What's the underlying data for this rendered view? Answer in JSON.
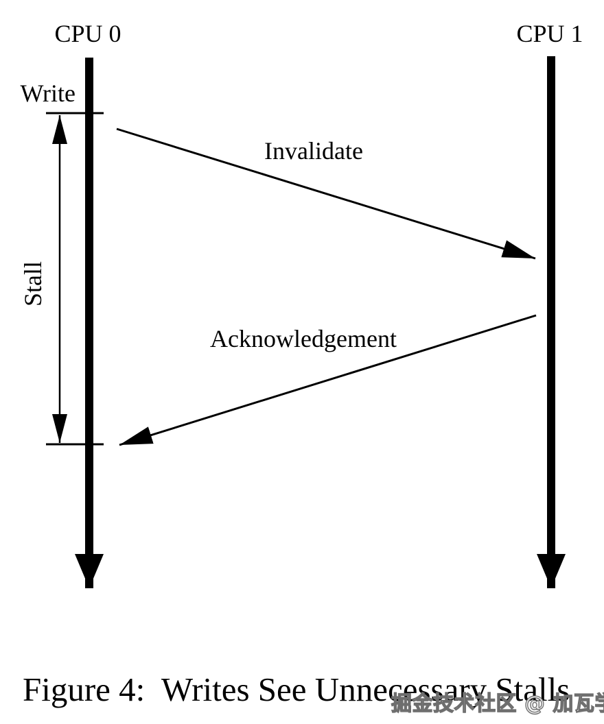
{
  "figure": {
    "caption": "Figure 4:  Writes See Unnecessary Stalls",
    "watermark": "掘金技术社区 @ 加瓦学徒"
  },
  "diagram": {
    "type": "message-sequence-diagram",
    "lanes": [
      {
        "label": "CPU 0"
      },
      {
        "label": "CPU 1"
      }
    ],
    "events": {
      "write_label": "Write",
      "stall_label": "Stall"
    },
    "messages": [
      {
        "label": "Invalidate",
        "from": "CPU 0",
        "to": "CPU 1"
      },
      {
        "label": "Acknowledgement",
        "from": "CPU 1",
        "to": "CPU 0"
      }
    ]
  },
  "colors": {
    "ink": "#000000",
    "background": "#ffffff",
    "watermark_fill": "#f0f0f0",
    "watermark_outline": "#6e6e6e"
  }
}
